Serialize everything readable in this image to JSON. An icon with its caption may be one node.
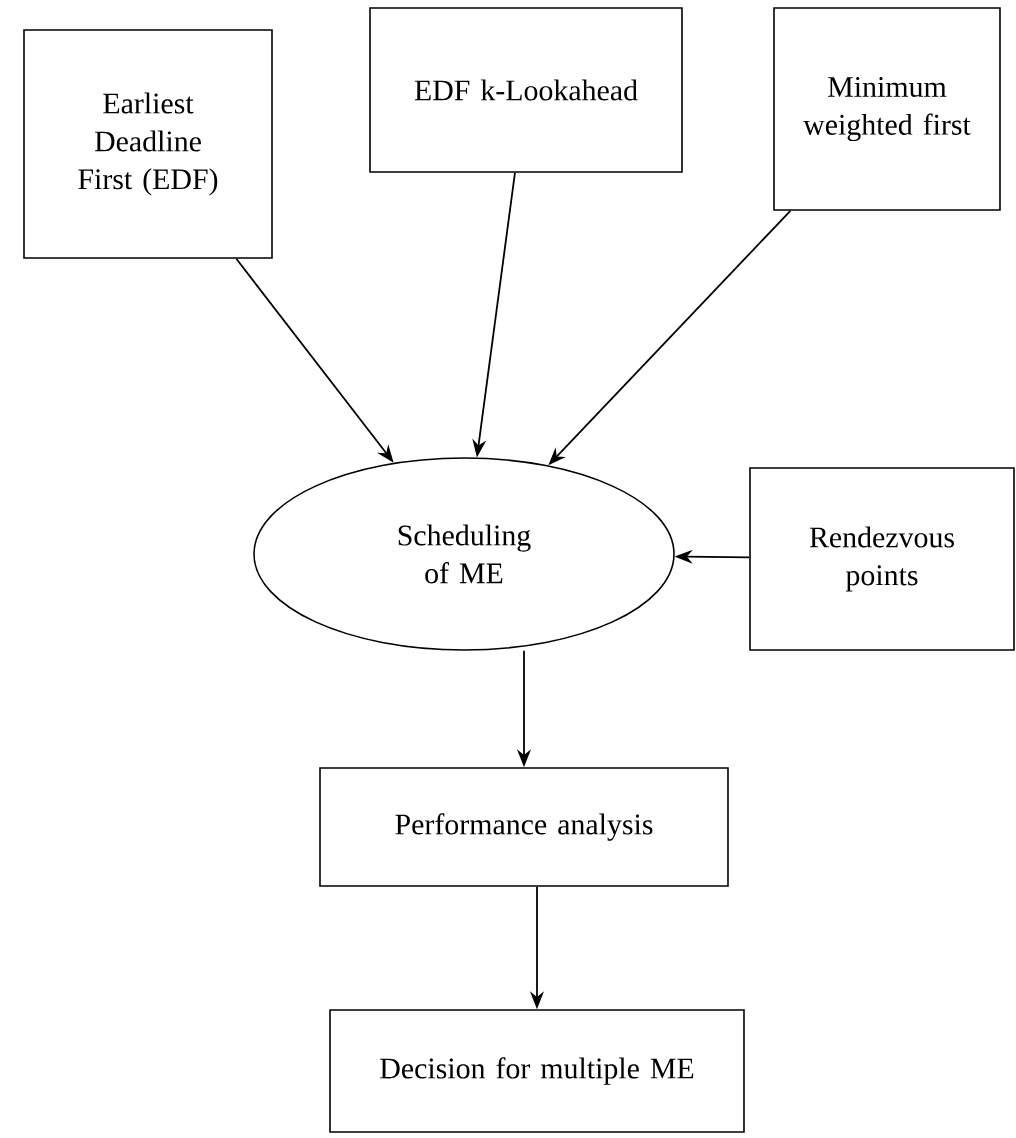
{
  "diagram": {
    "nodes": [
      {
        "text": [
          "Earliest Deadline First (EDF)"
        ]
      },
      {
        "text": [
          "EDF k-Lookahead"
        ]
      },
      {
        "text": [
          "Minimum weighted first"
        ]
      },
      {
        "text": [
          "Scheduling of ME"
        ]
      },
      {
        "text": [
          "Rendezvous points"
        ]
      },
      {
        "text": [
          "Performance analysis"
        ]
      },
      {
        "text": [
          "Decision for multiple ME"
        ]
      }
    ],
    "edges": [
      {
        "from": 0,
        "to": 3,
        "arrow": "to"
      },
      {
        "from": 1,
        "to": 3,
        "arrow": "to"
      },
      {
        "from": 2,
        "to": 3,
        "arrow": "to"
      },
      {
        "from": 4,
        "to": 3,
        "arrow": "to"
      },
      {
        "from": 3,
        "to": 5,
        "arrow": "to"
      },
      {
        "from": 5,
        "to": 6,
        "arrow": "to"
      }
    ]
  }
}
